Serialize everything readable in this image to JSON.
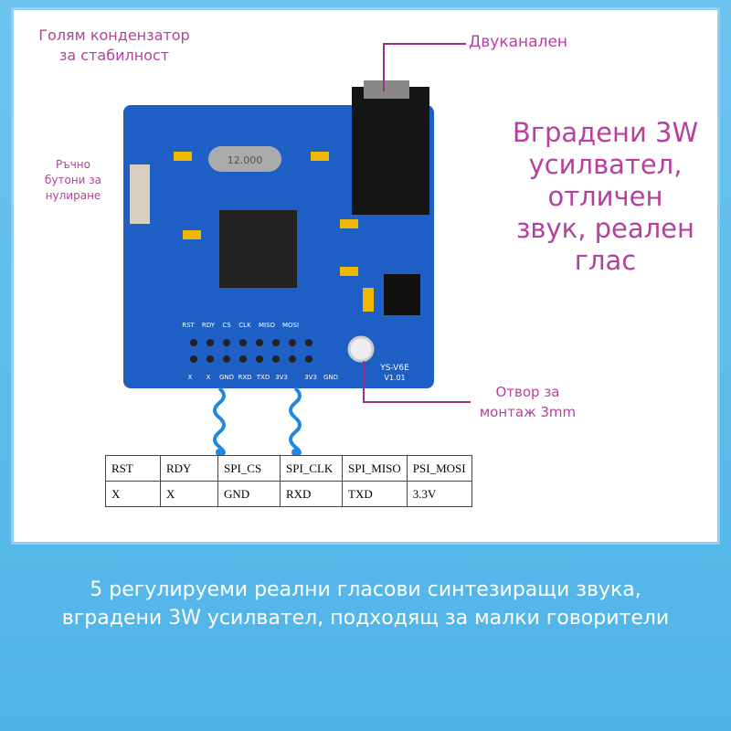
{
  "labels": {
    "capacitor": [
      "Голям кондензатор",
      "за стабилност"
    ],
    "reset": [
      "Ръчно",
      "бутони за",
      "нулиране"
    ],
    "channel": "Двуканален",
    "amp": [
      "Вградени 3W",
      "усилвател,",
      "отличен",
      "звук, реален",
      "глас"
    ],
    "hole": [
      "Отвор за",
      "монтаж 3mm"
    ]
  },
  "pin_table": {
    "header": [
      "RST",
      "RDY",
      "SPI_CS",
      "SPI_CLK",
      "SPI_MISO",
      "PSI_MOSI"
    ],
    "row": [
      "X",
      "X",
      "GND",
      "RXD",
      "TXD",
      "3.3V"
    ]
  },
  "board": {
    "model": "YS-V6E",
    "version": "V1.01",
    "crystal": "12.000",
    "pins": [
      "RST",
      "RDY",
      "CS",
      "CLK",
      "MISO",
      "MOSI"
    ],
    "pins_bottom": [
      "X",
      "X",
      "GND",
      "RXD",
      "TXD",
      "3V3",
      "3V3",
      "GND"
    ]
  },
  "caption": [
    "5 регулируеми реални гласови синтезиращи звука,",
    "вградени 3W усилвател, подходящ за малки говорители"
  ],
  "colors": {
    "label": "#b5409e",
    "pcb": "#1d5fc4",
    "frame": "#5bb8e8"
  }
}
